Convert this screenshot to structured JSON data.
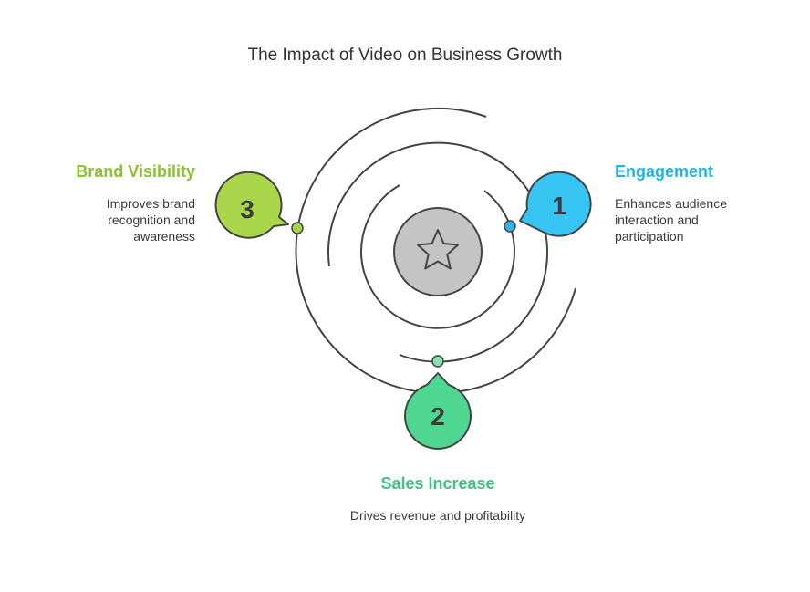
{
  "title": "The Impact of Video on Business Growth",
  "center_icon": "star-icon",
  "items": [
    {
      "number": "1",
      "heading": "Engagement",
      "description": "Enhances audience interaction and participation",
      "color": "#1fb6e6",
      "badge_fill": "#36c4f2",
      "dot_fill": "#36b3e6"
    },
    {
      "number": "2",
      "heading": "Sales Increase",
      "description": "Drives revenue and profitability",
      "color": "#3fc583",
      "badge_fill": "#4fd690",
      "dot_fill": "#7fe3ae"
    },
    {
      "number": "3",
      "heading": "Brand Visibility",
      "description": "Improves brand recognition and awareness",
      "color": "#8bc232",
      "badge_fill": "#a9d64a",
      "dot_fill": "#a6d44a"
    }
  ]
}
